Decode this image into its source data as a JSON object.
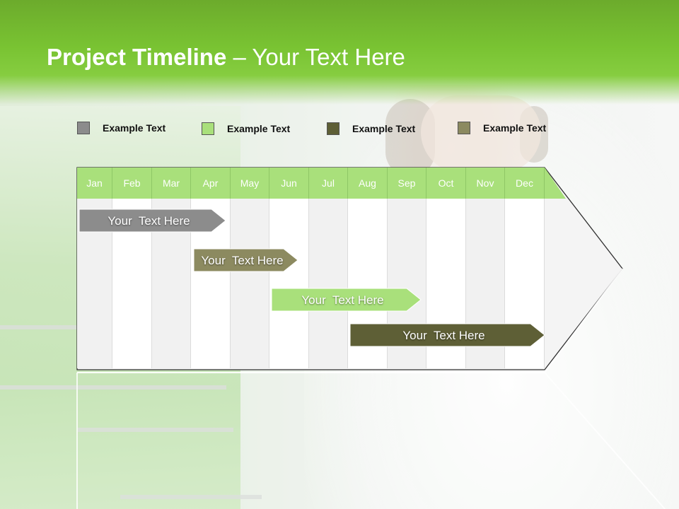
{
  "header": {
    "title_bold": "Project Timeline",
    "title_rest": " – Your Text Here"
  },
  "legend": [
    {
      "label": "Example Text",
      "color": "#8c8c8c"
    },
    {
      "label": "Example Text",
      "color": "#a9e07b"
    },
    {
      "label": "Example Text",
      "color": "#5e5f36"
    },
    {
      "label": "Example Text",
      "color": "#8c8a60"
    }
  ],
  "months": [
    "Jan",
    "Feb",
    "Mar",
    "Apr",
    "May",
    "Jun",
    "Jul",
    "Aug",
    "Sep",
    "Oct",
    "Nov",
    "Dec"
  ],
  "tasks": [
    {
      "label": "Your  Text Here",
      "start": "Jan",
      "end": "Apr",
      "color": "#8c8c8c"
    },
    {
      "label": "Your  Text Here",
      "start": "Apr",
      "end": "Jun",
      "color": "#8c8a60"
    },
    {
      "label": "Your  Text Here",
      "start": "Jun",
      "end": "Sep",
      "color": "#a9e07b"
    },
    {
      "label": "Your  Text Here",
      "start": "Aug",
      "end": "Dec",
      "color": "#5e5f36"
    }
  ]
}
